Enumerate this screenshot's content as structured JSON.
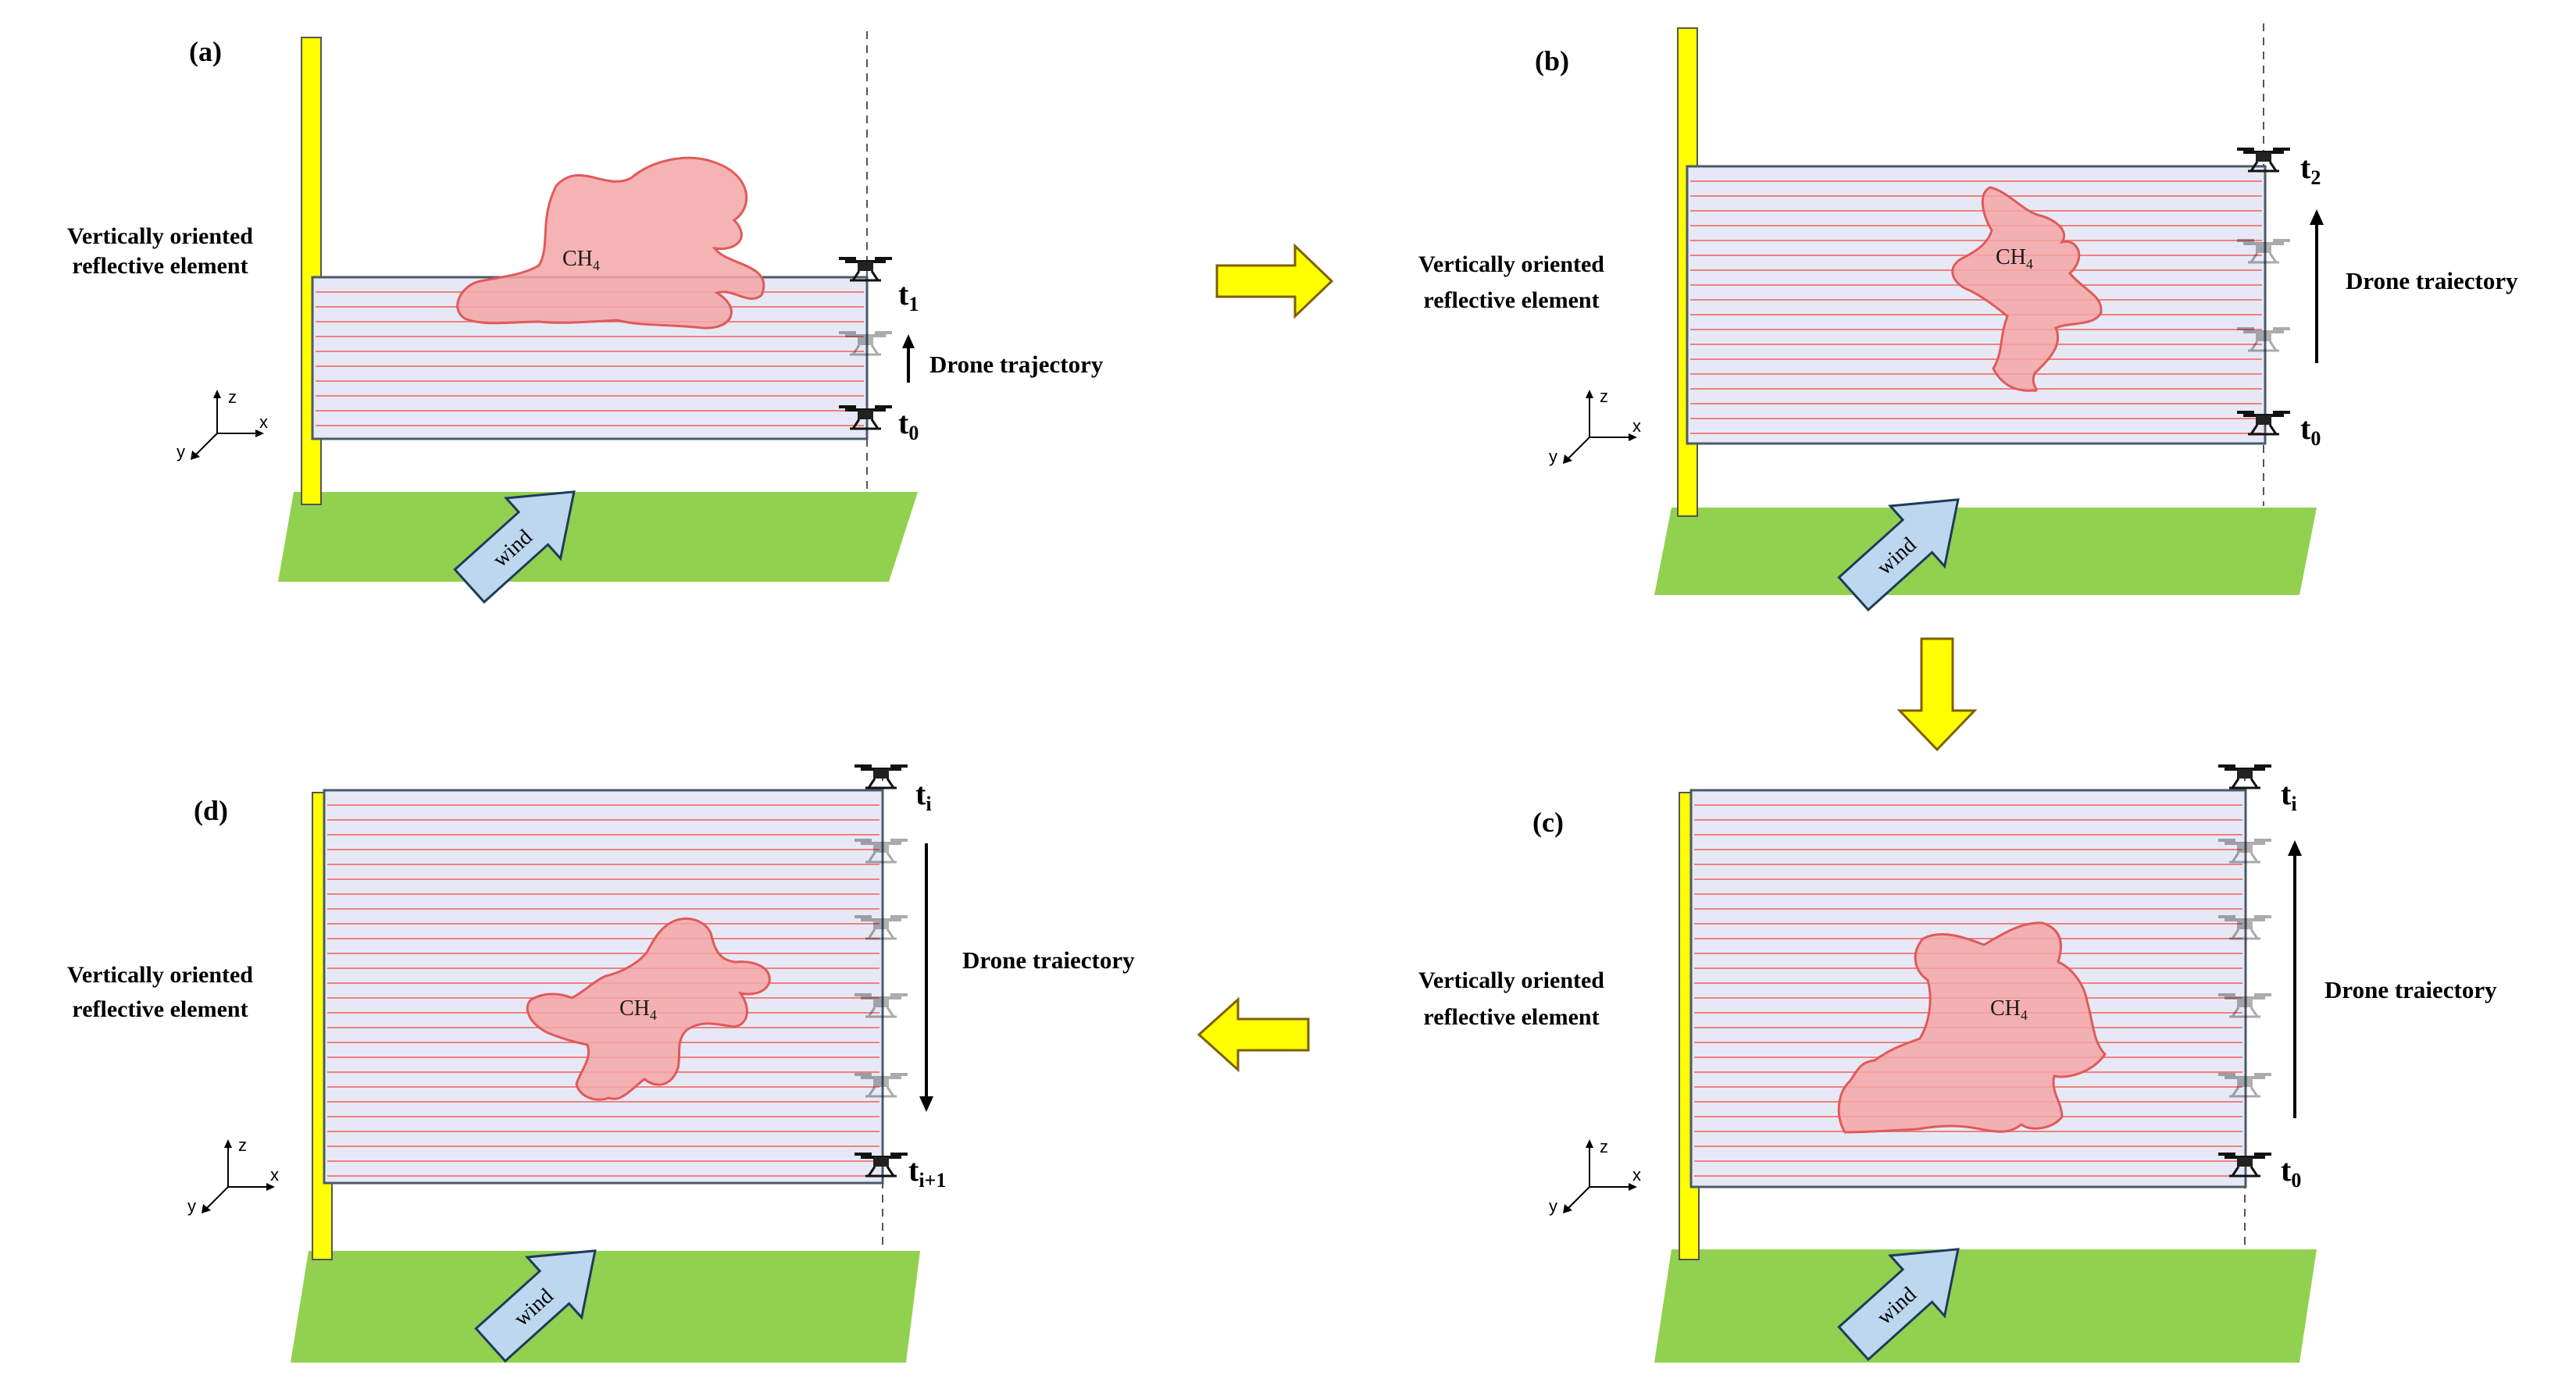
{
  "colors": {
    "ground": "#92d050",
    "reflector": "#ffff00",
    "plume_fill": "#f4a6a6",
    "plume_stroke": "#e05a5a",
    "wind_arrow": "#bdd7ee",
    "flow_arrow": "#ffff00",
    "curtain_fill": "#e6e9f5",
    "scan_line": "#f08080"
  },
  "icons": [
    "drone-icon",
    "wind-arrow-icon",
    "flow-arrow-icon",
    "axis-triad-icon",
    "trajectory-arrow-icon"
  ],
  "panels": [
    {
      "id": "a",
      "label": "(a)",
      "reflector_label_line1": "Vertically oriented",
      "reflector_label_line2": "reflective element",
      "gas": "CH",
      "gas_sub": "4",
      "trajectory_label": "Drone trajectory",
      "time_top": "t",
      "time_top_sub": "1",
      "time_bottom": "t",
      "time_bottom_sub": "0",
      "wind": "wind",
      "axis_z": "z",
      "axis_x": "x",
      "axis_y": "y"
    },
    {
      "id": "b",
      "label": "(b)",
      "reflector_label_line1": "Vertically oriented",
      "reflector_label_line2": "reflective element",
      "gas": "CH",
      "gas_sub": "4",
      "trajectory_label": "Drone traiectory",
      "time_top": "t",
      "time_top_sub": "2",
      "time_bottom": "t",
      "time_bottom_sub": "0",
      "wind": "wind",
      "axis_z": "z",
      "axis_x": "x",
      "axis_y": "y"
    },
    {
      "id": "c",
      "label": "(c)",
      "reflector_label_line1": "Vertically oriented",
      "reflector_label_line2": "reflective element",
      "gas": "CH",
      "gas_sub": "4",
      "trajectory_label": "Drone traiectory",
      "time_top": "t",
      "time_top_sub": "i",
      "time_bottom": "t",
      "time_bottom_sub": "0",
      "wind": "wind",
      "axis_z": "z",
      "axis_x": "x",
      "axis_y": "y"
    },
    {
      "id": "d",
      "label": "(d)",
      "reflector_label_line1": "Vertically oriented",
      "reflector_label_line2": "reflective element",
      "gas": "CH",
      "gas_sub": "4",
      "trajectory_label": "Drone traiectory",
      "time_top": "t",
      "time_top_sub": "i",
      "time_bottom": "t",
      "time_bottom_sub": "i+1",
      "wind": "wind",
      "axis_z": "z",
      "axis_x": "x",
      "axis_y": "y"
    }
  ]
}
